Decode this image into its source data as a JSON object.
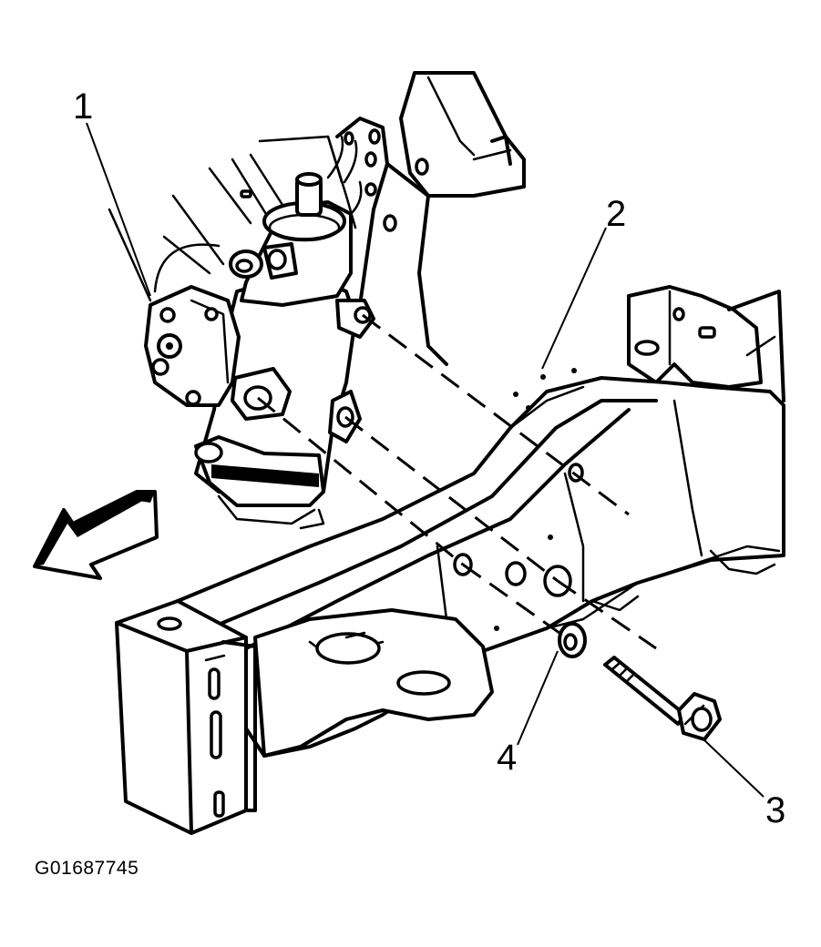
{
  "callouts": [
    {
      "number": "1",
      "target": "steering gear"
    },
    {
      "number": "2",
      "target": "frame"
    },
    {
      "number": "3",
      "target": "bolt"
    },
    {
      "number": "4",
      "target": "washer"
    }
  ],
  "figure_id": "G01687745",
  "icons": {
    "direction_arrow": "front-direction-arrow-icon"
  }
}
